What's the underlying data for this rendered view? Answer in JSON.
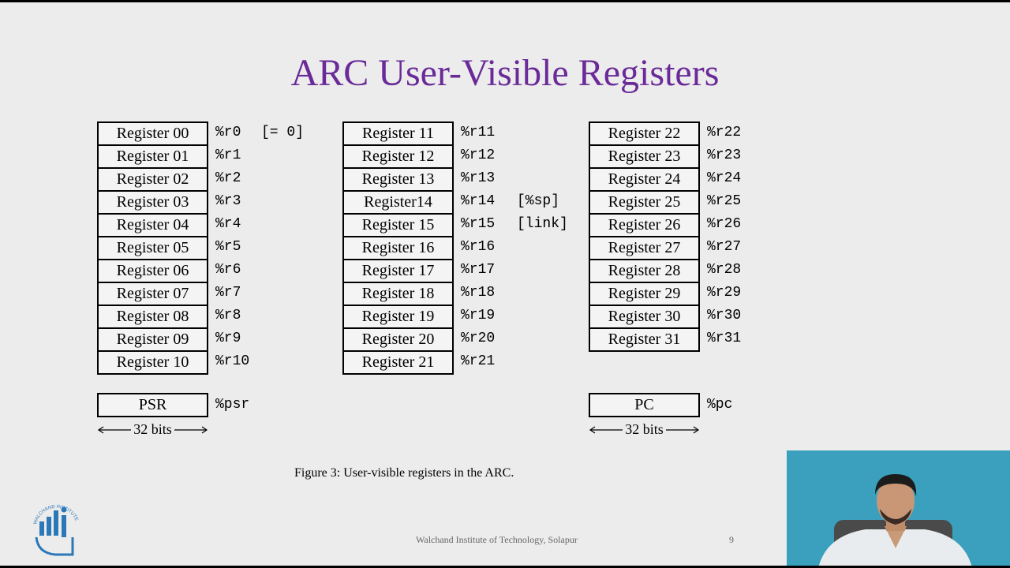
{
  "slide": {
    "title": "ARC User-Visible Registers",
    "columns": [
      {
        "rows": [
          {
            "label": "Register 00",
            "name": "%r0",
            "note": "[= 0]"
          },
          {
            "label": "Register 01",
            "name": "%r1",
            "note": ""
          },
          {
            "label": "Register 02",
            "name": "%r2",
            "note": ""
          },
          {
            "label": "Register 03",
            "name": "%r3",
            "note": ""
          },
          {
            "label": "Register 04",
            "name": "%r4",
            "note": ""
          },
          {
            "label": "Register 05",
            "name": "%r5",
            "note": ""
          },
          {
            "label": "Register 06",
            "name": "%r6",
            "note": ""
          },
          {
            "label": "Register 07",
            "name": "%r7",
            "note": ""
          },
          {
            "label": "Register 08",
            "name": "%r8",
            "note": ""
          },
          {
            "label": "Register 09",
            "name": "%r9",
            "note": ""
          },
          {
            "label": "Register 10",
            "name": "%r10",
            "note": ""
          }
        ]
      },
      {
        "rows": [
          {
            "label": "Register 11",
            "name": "%r11",
            "note": ""
          },
          {
            "label": "Register 12",
            "name": "%r12",
            "note": ""
          },
          {
            "label": "Register 13",
            "name": "%r13",
            "note": ""
          },
          {
            "label": "Register14",
            "name": "%r14",
            "note": "[%sp]"
          },
          {
            "label": "Register 15",
            "name": "%r15",
            "note": "[link]"
          },
          {
            "label": "Register 16",
            "name": "%r16",
            "note": ""
          },
          {
            "label": "Register 17",
            "name": "%r17",
            "note": ""
          },
          {
            "label": "Register 18",
            "name": "%r18",
            "note": ""
          },
          {
            "label": "Register 19",
            "name": "%r19",
            "note": ""
          },
          {
            "label": "Register 20",
            "name": "%r20",
            "note": ""
          },
          {
            "label": "Register 21",
            "name": "%r21",
            "note": ""
          }
        ]
      },
      {
        "rows": [
          {
            "label": "Register 22",
            "name": "%r22",
            "note": ""
          },
          {
            "label": "Register 23",
            "name": "%r23",
            "note": ""
          },
          {
            "label": "Register 24",
            "name": "%r24",
            "note": ""
          },
          {
            "label": "Register 25",
            "name": "%r25",
            "note": ""
          },
          {
            "label": "Register 26",
            "name": "%r26",
            "note": ""
          },
          {
            "label": "Register 27",
            "name": "%r27",
            "note": ""
          },
          {
            "label": "Register 28",
            "name": "%r28",
            "note": ""
          },
          {
            "label": "Register 29",
            "name": "%r29",
            "note": ""
          },
          {
            "label": "Register 30",
            "name": "%r30",
            "note": ""
          },
          {
            "label": "Register 31",
            "name": "%r31",
            "note": ""
          }
        ]
      }
    ],
    "psr": {
      "label": "PSR",
      "name": "%psr",
      "bits": "32 bits"
    },
    "pc": {
      "label": "PC",
      "name": "%pc",
      "bits": "32 bits"
    },
    "caption": "Figure 3:  User-visible registers in the ARC.",
    "footer": "Walchand Institute of Technology, Solapur",
    "page_number": "9",
    "logo_text": "WALCHAND INSTITUTE OF TECHNOLOGY"
  }
}
